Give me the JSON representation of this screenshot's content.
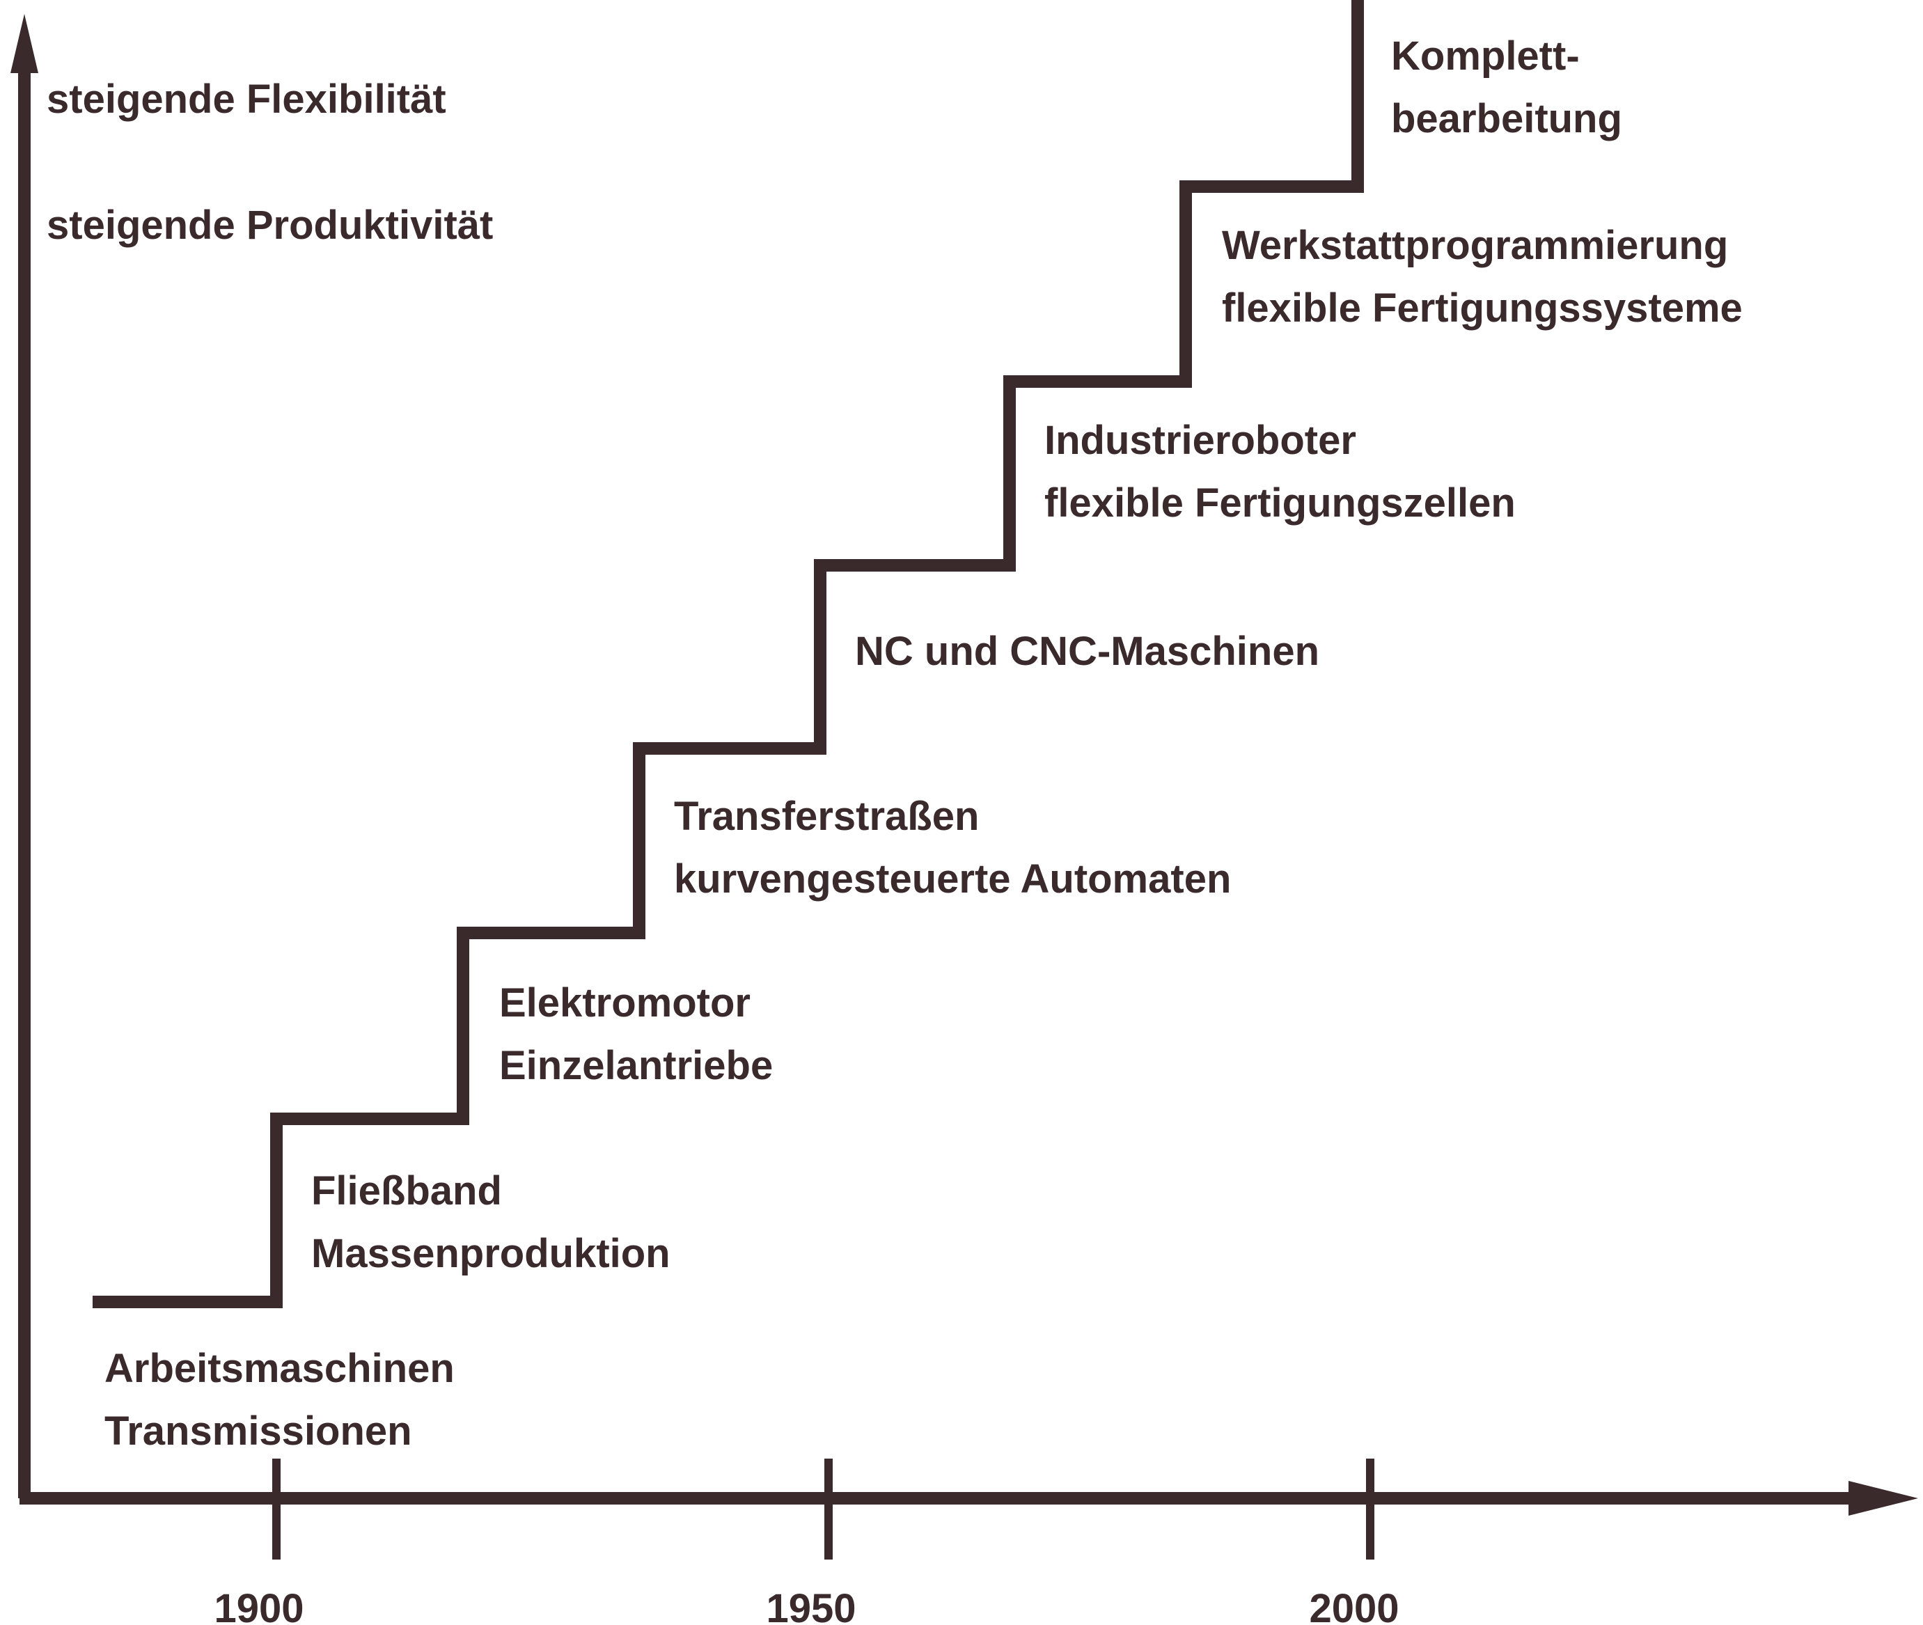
{
  "colors": {
    "ink": "#3a2a2c",
    "background": "#ffffff"
  },
  "y_axis": {
    "label_line1": "steigende Flexibilität",
    "label_line2": "steigende Produktivität"
  },
  "x_axis": {
    "ticks": [
      "1900",
      "1950",
      "2000"
    ]
  },
  "steps": [
    {
      "line1": "Arbeitsmaschinen",
      "line2": "Transmissionen"
    },
    {
      "line1": "Fließband",
      "line2": "Massenproduktion"
    },
    {
      "line1": "Elektromotor",
      "line2": "Einzelantriebe"
    },
    {
      "line1": "Transferstraßen",
      "line2": "kurvengesteuerte Automaten"
    },
    {
      "line1": "NC und CNC-Maschinen",
      "line2": ""
    },
    {
      "line1": "Industrieroboter",
      "line2": "flexible Fertigungszellen"
    },
    {
      "line1": "Werkstattprogrammierung",
      "line2": "flexible Fertigungssysteme"
    },
    {
      "line1": "Komplett-",
      "line2": "bearbeitung"
    }
  ]
}
